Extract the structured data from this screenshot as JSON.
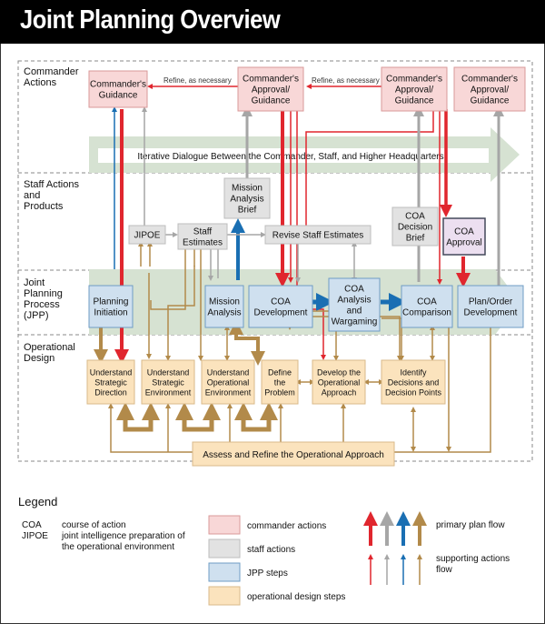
{
  "title": "Joint Planning Overview",
  "lanes": {
    "commander": [
      "Commander",
      "Actions"
    ],
    "staff": [
      "Staff Actions",
      "and",
      "Products"
    ],
    "jpp": [
      "Joint",
      "Planning",
      "Process",
      "(JPP)"
    ],
    "design": [
      "Operational",
      "Design"
    ]
  },
  "commander_boxes": [
    [
      "Commander's",
      "Guidance"
    ],
    [
      "Commander's",
      "Approval/",
      "Guidance"
    ],
    [
      "Commander's",
      "Approval/",
      "Guidance"
    ],
    [
      "Commander's",
      "Approval/",
      "Guidance"
    ]
  ],
  "refine_labels": [
    "Refine, as necessary",
    "Refine, as necessary"
  ],
  "dialogue_banner": "Iterative Dialogue Between the Commander, Staff, and Higher Headquarters",
  "staff_boxes": {
    "jipoe": [
      "JIPOE"
    ],
    "staff_estimates": [
      "Staff",
      "Estimates"
    ],
    "mission_analysis_brief": [
      "Mission",
      "Analysis",
      "Brief"
    ],
    "revise_staff_estimates": [
      "Revise Staff Estimates"
    ],
    "coa_decision_brief": [
      "COA",
      "Decision",
      "Brief"
    ],
    "coa_approval": [
      "COA",
      "Approval"
    ]
  },
  "jpp_steps": [
    [
      "Planning",
      "Initiation"
    ],
    [
      "Mission",
      "Analysis"
    ],
    [
      "COA",
      "Development"
    ],
    [
      "COA",
      "Analysis",
      "and",
      "Wargaming"
    ],
    [
      "COA",
      "Comparison"
    ],
    [
      "Plan/Order",
      "Development"
    ]
  ],
  "design_steps": [
    [
      "Understand",
      "Strategic",
      "Direction"
    ],
    [
      "Understand",
      "Strategic",
      "Environment"
    ],
    [
      "Understand",
      "Operational",
      "Environment"
    ],
    [
      "Define",
      "the",
      "Problem"
    ],
    [
      "Develop the",
      "Operational",
      "Approach"
    ],
    [
      "Identify",
      "Decisions and",
      "Decision Points"
    ]
  ],
  "assess_box": "Assess and Refine the Operational Approach",
  "legend": {
    "title": "Legend",
    "abbreviations": [
      {
        "term": "COA",
        "definition": [
          "course of action"
        ]
      },
      {
        "term": "JIPOE",
        "definition": [
          "joint intelligence preparation of",
          "the operational environment"
        ]
      }
    ],
    "swatches": [
      {
        "label": "commander actions",
        "fill": "#f8d7d7",
        "stroke": "#d99a9a"
      },
      {
        "label": "staff actions",
        "fill": "#e2e2e2",
        "stroke": "#bdbdbd"
      },
      {
        "label": "JPP steps",
        "fill": "#cfe0ef",
        "stroke": "#6f9cc4"
      },
      {
        "label": "operational design steps",
        "fill": "#fbe3bd",
        "stroke": "#d8b98a"
      }
    ],
    "arrows": {
      "primary": [
        "primary plan flow"
      ],
      "supporting": [
        "supporting actions",
        "flow"
      ],
      "colors": [
        "#e0262e",
        "#a6a6a6",
        "#1a6fb3",
        "#b28a4a"
      ]
    }
  },
  "colors": {
    "red": "#e0262e",
    "gray": "#a6a6a6",
    "blue": "#1a6fb3",
    "tan": "#b28a4a",
    "commander_fill": "#f8d7d7",
    "staff_fill": "#e2e2e2",
    "jpp_fill": "#cfe0ef",
    "design_fill": "#fbe3bd",
    "banner": "#d6e2d2"
  }
}
